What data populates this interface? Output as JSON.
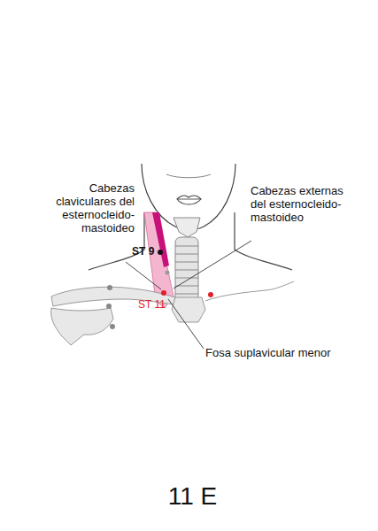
{
  "diagram": {
    "labels": [
      "Cabezas claviculares del esternocleido- mastoideo",
      "Cabezas externas del esternocleido- mastoideo",
      "ST 9",
      "ST 11",
      "Fosa suplavicular menor",
      "11 E"
    ]
  }
}
